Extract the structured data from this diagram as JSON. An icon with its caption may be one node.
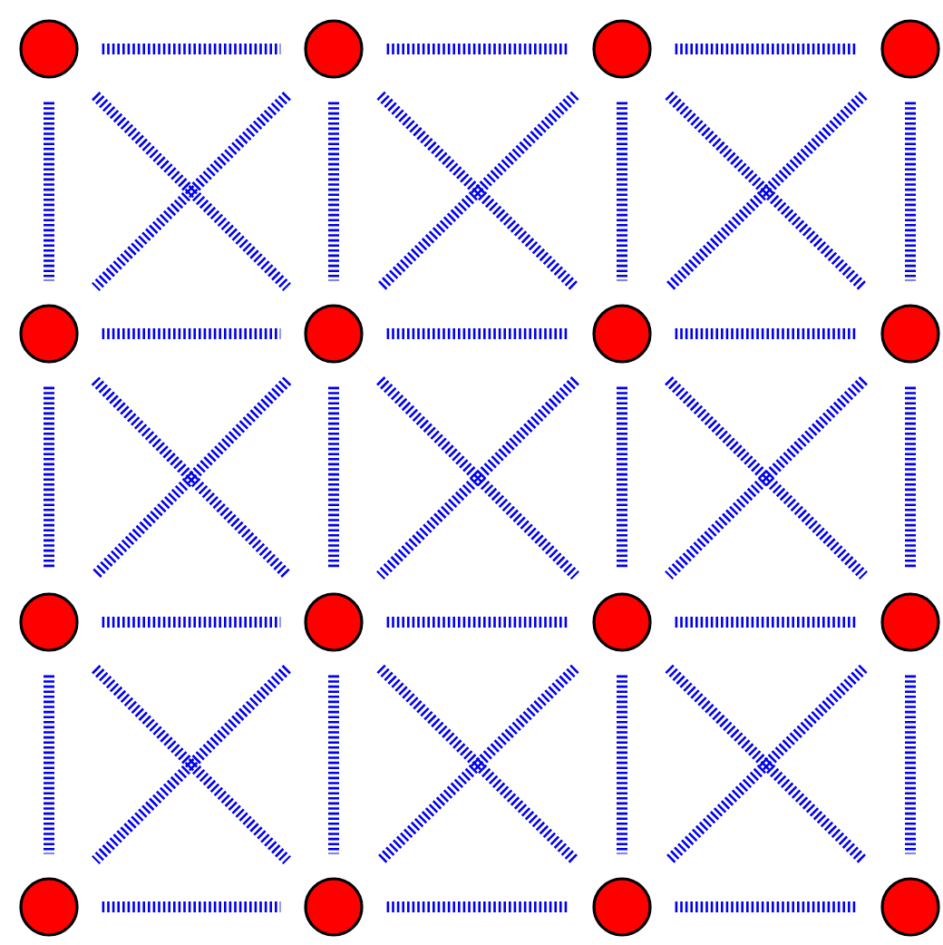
{
  "diagram": {
    "nodes": [
      {
        "text": [],
        "shape": "circle"
      },
      {
        "text": [],
        "shape": "circle"
      },
      {
        "text": [],
        "shape": "circle"
      },
      {
        "text": [],
        "shape": "circle"
      },
      {
        "text": [],
        "shape": "circle"
      },
      {
        "text": [],
        "shape": "circle"
      },
      {
        "text": [],
        "shape": "circle"
      },
      {
        "text": [],
        "shape": "circle"
      },
      {
        "text": [],
        "shape": "circle"
      },
      {
        "text": [],
        "shape": "circle"
      },
      {
        "text": [],
        "shape": "circle"
      },
      {
        "text": [],
        "shape": "circle"
      },
      {
        "text": [],
        "shape": "circle"
      },
      {
        "text": [],
        "shape": "circle"
      },
      {
        "text": [],
        "shape": "circle"
      },
      {
        "text": [],
        "shape": "circle"
      }
    ],
    "edges": [
      {
        "from": 0,
        "to": 1,
        "arrow": "none"
      },
      {
        "from": 1,
        "to": 2,
        "arrow": "none"
      },
      {
        "from": 2,
        "to": 3,
        "arrow": "none"
      },
      {
        "from": 4,
        "to": 5,
        "arrow": "none"
      },
      {
        "from": 5,
        "to": 6,
        "arrow": "none"
      },
      {
        "from": 6,
        "to": 7,
        "arrow": "none"
      },
      {
        "from": 8,
        "to": 9,
        "arrow": "none"
      },
      {
        "from": 9,
        "to": 10,
        "arrow": "none"
      },
      {
        "from": 10,
        "to": 11,
        "arrow": "none"
      },
      {
        "from": 12,
        "to": 13,
        "arrow": "none"
      },
      {
        "from": 13,
        "to": 14,
        "arrow": "none"
      },
      {
        "from": 14,
        "to": 15,
        "arrow": "none"
      },
      {
        "from": 0,
        "to": 4,
        "arrow": "none"
      },
      {
        "from": 1,
        "to": 5,
        "arrow": "none"
      },
      {
        "from": 2,
        "to": 6,
        "arrow": "none"
      },
      {
        "from": 3,
        "to": 7,
        "arrow": "none"
      },
      {
        "from": 4,
        "to": 8,
        "arrow": "none"
      },
      {
        "from": 5,
        "to": 9,
        "arrow": "none"
      },
      {
        "from": 6,
        "to": 10,
        "arrow": "none"
      },
      {
        "from": 7,
        "to": 11,
        "arrow": "none"
      },
      {
        "from": 8,
        "to": 12,
        "arrow": "none"
      },
      {
        "from": 9,
        "to": 13,
        "arrow": "none"
      },
      {
        "from": 10,
        "to": 14,
        "arrow": "none"
      },
      {
        "from": 11,
        "to": 15,
        "arrow": "none"
      },
      {
        "from": 0,
        "to": 5,
        "arrow": "none"
      },
      {
        "from": 1,
        "to": 4,
        "arrow": "none"
      },
      {
        "from": 1,
        "to": 6,
        "arrow": "none"
      },
      {
        "from": 2,
        "to": 5,
        "arrow": "none"
      },
      {
        "from": 2,
        "to": 7,
        "arrow": "none"
      },
      {
        "from": 3,
        "to": 6,
        "arrow": "none"
      },
      {
        "from": 4,
        "to": 9,
        "arrow": "none"
      },
      {
        "from": 5,
        "to": 8,
        "arrow": "none"
      },
      {
        "from": 5,
        "to": 10,
        "arrow": "none"
      },
      {
        "from": 6,
        "to": 9,
        "arrow": "none"
      },
      {
        "from": 6,
        "to": 11,
        "arrow": "none"
      },
      {
        "from": 7,
        "to": 10,
        "arrow": "none"
      },
      {
        "from": 8,
        "to": 13,
        "arrow": "none"
      },
      {
        "from": 9,
        "to": 12,
        "arrow": "none"
      },
      {
        "from": 9,
        "to": 14,
        "arrow": "none"
      },
      {
        "from": 10,
        "to": 13,
        "arrow": "none"
      },
      {
        "from": 10,
        "to": 15,
        "arrow": "none"
      },
      {
        "from": 11,
        "to": 14,
        "arrow": "none"
      }
    ]
  }
}
